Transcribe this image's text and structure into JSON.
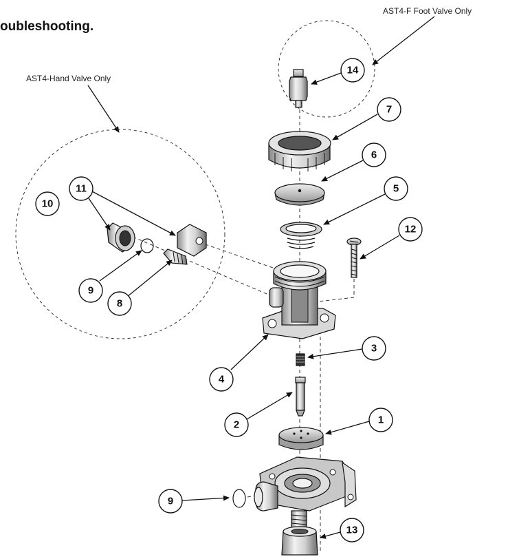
{
  "page": {
    "heading": "oubleshooting."
  },
  "callouts": {
    "foot_valve": "AST4-F Foot Valve Only",
    "hand_valve": "AST4-Hand Valve Only"
  },
  "part_numbers": {
    "p1": "1",
    "p2": "2",
    "p3": "3",
    "p4": "4",
    "p5": "5",
    "p6": "6",
    "p7": "7",
    "p8": "8",
    "p9a": "9",
    "p9b": "9",
    "p10": "10",
    "p11": "11",
    "p12": "12",
    "p13": "13",
    "p14": "14"
  },
  "colors": {
    "line": "#111111",
    "metal_light": "#e6e6e6",
    "metal_mid": "#bdbdbd",
    "metal_dark": "#7a7a7a"
  }
}
